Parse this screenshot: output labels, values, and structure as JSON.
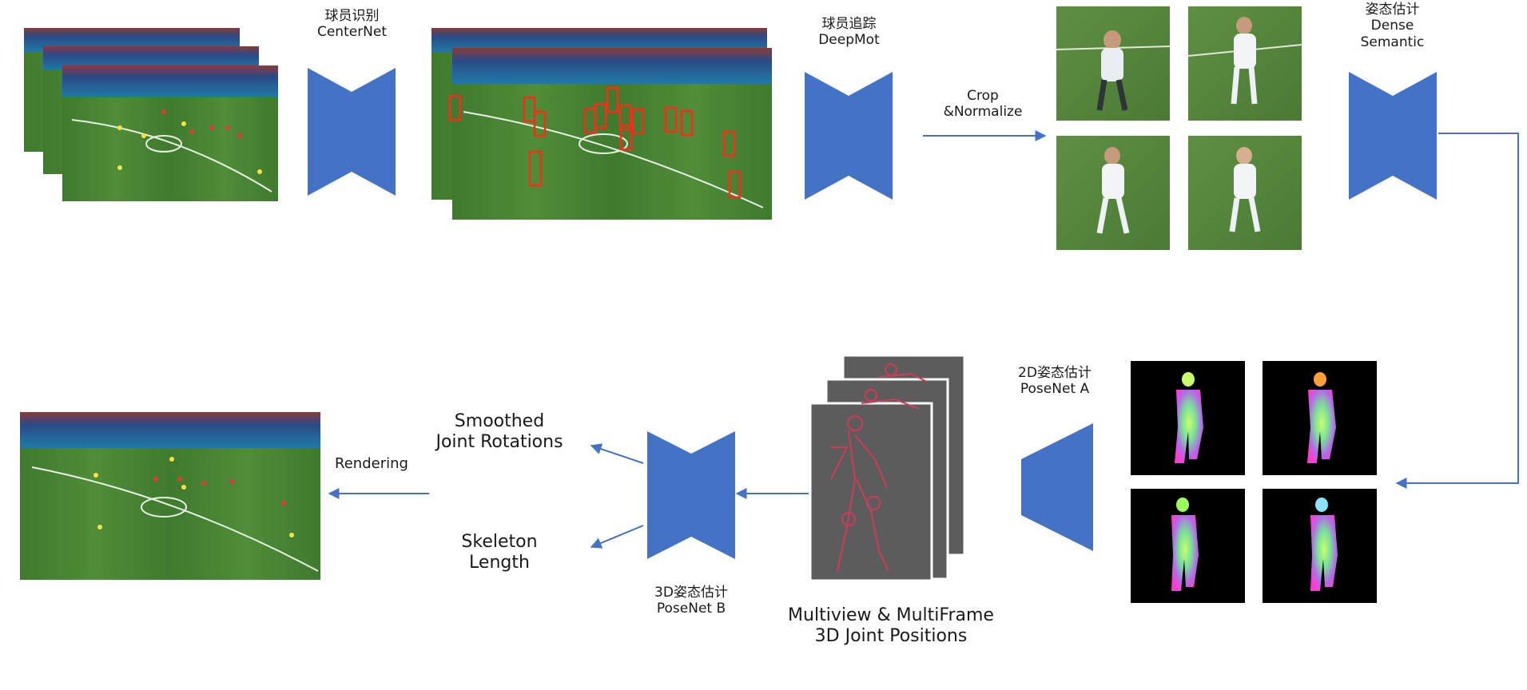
{
  "colors": {
    "net": "#4472c4",
    "arrow": "#4472c4",
    "pitch_dark": "#3f7a2e",
    "pitch_light": "#4f8d38",
    "stands": "#2b4a86",
    "box": "#ff2a1a",
    "skeleton_bg": "#5c5c5c",
    "skeleton_line": "#d23a5a",
    "dense_bg": "#000000"
  },
  "icons": {
    "net": "hourglass-network-icon",
    "half_net": "trapezoid-network-icon",
    "arrow": "arrow-icon"
  },
  "labels": {
    "player_detection": {
      "line1": "球员识别",
      "line2": "CenterNet"
    },
    "player_tracking": {
      "line1": "球员追踪",
      "line2": "DeepMot"
    },
    "crop_normalize": {
      "line1": "Crop",
      "line2": "&Normalize"
    },
    "dense_pose": {
      "line1": "姿态估计",
      "line2": "Dense",
      "line3": "Semantic"
    },
    "pose_2d": {
      "line1": "2D姿态估计",
      "line2": "PoseNet A"
    },
    "pose_3d": {
      "line1": "3D姿态估计",
      "line2": "PoseNet B"
    },
    "joint_positions": {
      "line1": "Multiview  & MultiFrame",
      "line2": "3D Joint Positions"
    },
    "joint_rotations": {
      "line1": "Smoothed",
      "line2": "Joint Rotations"
    },
    "skeleton_length": {
      "line1": "Skeleton",
      "line2": "Length"
    },
    "rendering": "Rendering"
  }
}
